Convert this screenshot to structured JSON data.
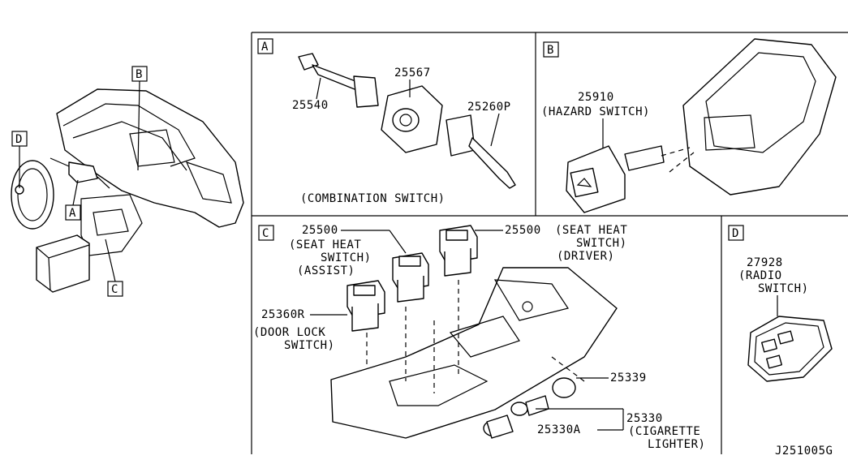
{
  "diagram_id": "J251005G",
  "overview": {
    "callouts": [
      "A",
      "B",
      "C",
      "D"
    ]
  },
  "sections": {
    "A": {
      "letter": "A",
      "caption": "(COMBINATION SWITCH)",
      "parts": {
        "p25540": "25540",
        "p25567": "25567",
        "p25260P": "25260P"
      }
    },
    "B": {
      "letter": "B",
      "parts": {
        "p25910": "25910"
      },
      "desc": "(HAZARD SWITCH)"
    },
    "C": {
      "letter": "C",
      "parts": {
        "seat_assist_num": "25500",
        "seat_assist_line1": "(SEAT HEAT",
        "seat_assist_line2": "SWITCH)",
        "seat_assist_line3": "(ASSIST)",
        "seat_driver_num": "25500",
        "seat_driver_line1": "(SEAT HEAT",
        "seat_driver_line2": "SWITCH)",
        "seat_driver_line3": "(DRIVER)",
        "door_num": "25360R",
        "door_line1": "(DOOR LOCK",
        "door_line2": "SWITCH)",
        "p25339": "25339",
        "p25330": "25330",
        "p25330A": "25330A",
        "cig_line1": "(CIGARETTE",
        "cig_line2": "LIGHTER)"
      }
    },
    "D": {
      "letter": "D",
      "parts": {
        "p27928": "27928",
        "radio_line1": "(RADIO",
        "radio_line2": "SWITCH)"
      }
    }
  }
}
